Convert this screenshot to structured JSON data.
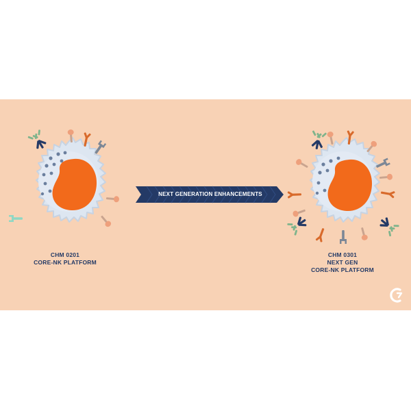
{
  "banner": {
    "arrow_text": "NEXT GENERATION ENHANCEMENTS"
  },
  "left_cell": {
    "line1": "CHM 0201",
    "line2": "CORE-NK PLATFORM"
  },
  "right_cell": {
    "line1": "CHM 0301",
    "line2": "NEXT GEN",
    "line3": "CORE-NK PLATFORM"
  },
  "colors": {
    "background_band": "#f8d2b5",
    "nucleus": "#f26a1b",
    "cytoplasm": "#dde6f1",
    "cell_membrane": "#c7d3e2",
    "granules": "#6b7f9e",
    "navy": "#243a66",
    "antibody_green": "#7fb48c",
    "wrench_gray": "#7c8796",
    "peach_receptor": "#eea07c",
    "orange_receptor": "#d86a2b",
    "mint_receptor": "#8fd8c4"
  },
  "icons": [
    "antibody-icon",
    "wrench-receptor-icon",
    "y-receptor-icon",
    "peg-receptor-icon",
    "logo-icon"
  ]
}
